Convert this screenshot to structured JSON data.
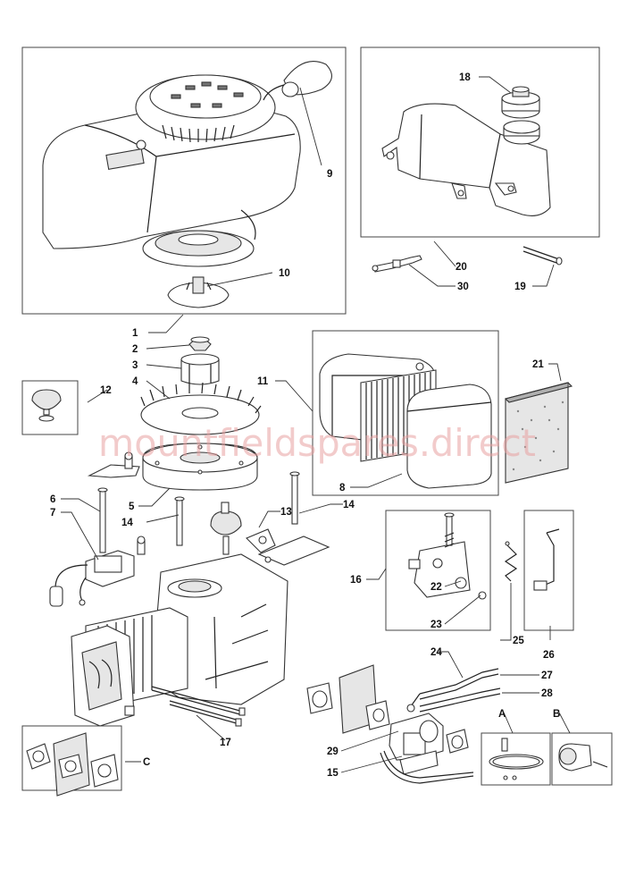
{
  "watermark": "mountfieldspares.direct",
  "callouts": {
    "c1": "1",
    "c2": "2",
    "c3": "3",
    "c4": "4",
    "c5": "5",
    "c6": "6",
    "c7": "7",
    "c8": "8",
    "c9": "9",
    "c10": "10",
    "c11": "11",
    "c12": "12",
    "c13": "13",
    "c14a": "14",
    "c14b": "14",
    "c15": "15",
    "c16": "16",
    "c17": "17",
    "c18": "18",
    "c19": "19",
    "c20": "20",
    "c21": "21",
    "c22": "22",
    "c23": "23",
    "c24": "24",
    "c25": "25",
    "c26": "26",
    "c27": "27",
    "c28": "28",
    "c29": "29",
    "c30": "30",
    "cA": "A",
    "cB": "B",
    "cC": "C"
  }
}
